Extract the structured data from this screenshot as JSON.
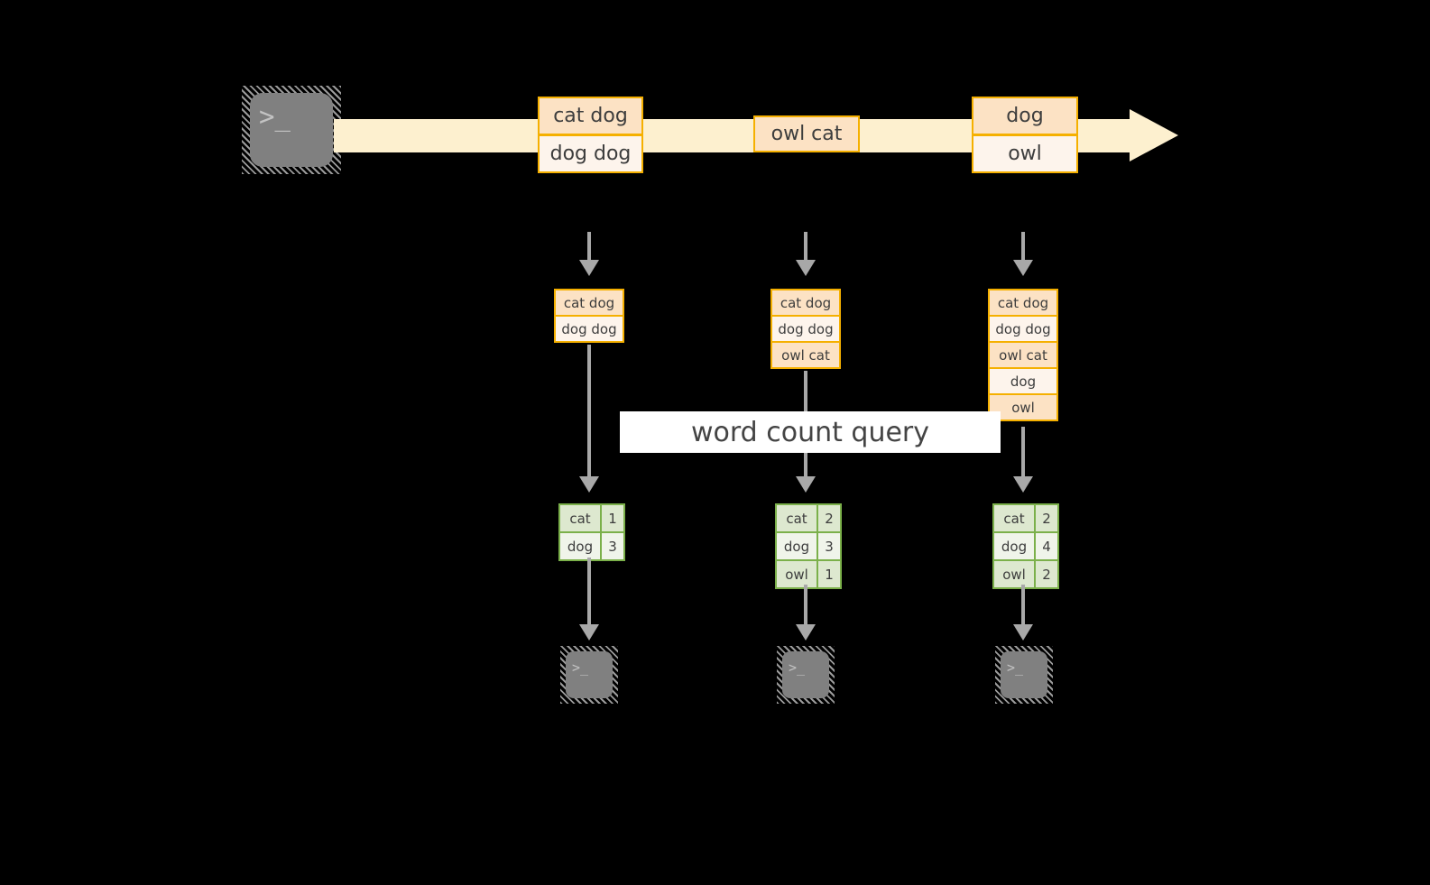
{
  "diagram": {
    "title_banner": "word count query",
    "source": {
      "icon": "terminal-icon",
      "glyph": ">_"
    },
    "stream": {
      "events": [
        {
          "text": "cat dog",
          "shade": "dark"
        },
        {
          "text": "dog dog",
          "shade": "light"
        },
        {
          "text": "owl cat",
          "shade": "dark"
        },
        {
          "text": "dog",
          "shade": "dark"
        },
        {
          "text": "owl",
          "shade": "light"
        }
      ]
    },
    "snapshots": [
      {
        "label": "snapshot-1",
        "rows": [
          {
            "text": "cat dog",
            "shade": "dark"
          },
          {
            "text": "dog dog",
            "shade": "light"
          }
        ]
      },
      {
        "label": "snapshot-2",
        "rows": [
          {
            "text": "cat dog",
            "shade": "dark"
          },
          {
            "text": "dog dog",
            "shade": "light"
          },
          {
            "text": "owl cat",
            "shade": "dark"
          }
        ]
      },
      {
        "label": "snapshot-3",
        "rows": [
          {
            "text": "cat dog",
            "shade": "dark"
          },
          {
            "text": "dog dog",
            "shade": "light"
          },
          {
            "text": "owl cat",
            "shade": "dark"
          },
          {
            "text": "dog",
            "shade": "light"
          },
          {
            "text": "owl",
            "shade": "dark"
          }
        ]
      }
    ],
    "results": [
      {
        "label": "result-1",
        "rows": [
          {
            "word": "cat",
            "count": "1",
            "shade": "dark"
          },
          {
            "word": "dog",
            "count": "3",
            "shade": "light"
          }
        ]
      },
      {
        "label": "result-2",
        "rows": [
          {
            "word": "cat",
            "count": "2",
            "shade": "dark"
          },
          {
            "word": "dog",
            "count": "3",
            "shade": "light"
          },
          {
            "word": "owl",
            "count": "1",
            "shade": "dark"
          }
        ]
      },
      {
        "label": "result-3",
        "rows": [
          {
            "word": "cat",
            "count": "2",
            "shade": "dark"
          },
          {
            "word": "dog",
            "count": "4",
            "shade": "light"
          },
          {
            "word": "owl",
            "count": "2",
            "shade": "dark"
          }
        ]
      }
    ],
    "sinks": [
      {
        "icon": "terminal-icon",
        "glyph": ">_"
      },
      {
        "icon": "terminal-icon",
        "glyph": ">_"
      },
      {
        "icon": "terminal-icon",
        "glyph": ">_"
      }
    ],
    "colors": {
      "background": "#000000",
      "stream_band": "#fdf0cf",
      "box_border": "#f5b000",
      "box_fill_dark": "#fce2c4",
      "box_fill_light": "#fdf4ec",
      "table_border": "#7bb04a",
      "table_fill_dark": "#dde8cf",
      "table_fill_light": "#f0f4ea",
      "arrow_gray": "#a8a8a8",
      "icon_body": "#808080",
      "banner_fill": "#ffffff",
      "text": "#3d3d3d"
    }
  }
}
